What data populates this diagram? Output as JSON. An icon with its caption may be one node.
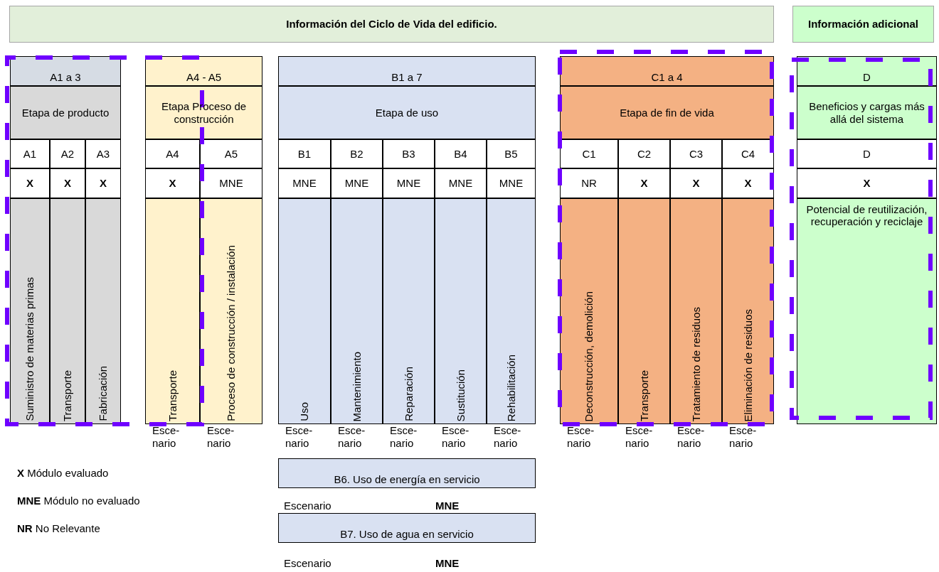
{
  "diagram": {
    "nodes": [
      {
        "text": [
          "Información del Ciclo de Vida del edificio."
        ]
      },
      {
        "text": [
          "Información adicional"
        ]
      },
      {
        "text": [
          "A1 a 3"
        ]
      },
      {
        "text": [
          "Etapa de producto"
        ]
      },
      {
        "text": [
          "A1"
        ]
      },
      {
        "text": [
          "A2"
        ]
      },
      {
        "text": [
          "A3"
        ]
      },
      {
        "text": [
          "X"
        ]
      },
      {
        "text": [
          "X"
        ]
      },
      {
        "text": [
          "X"
        ]
      },
      {
        "text": [
          "Suministro de materias primas"
        ]
      },
      {
        "text": [
          "Transporte"
        ]
      },
      {
        "text": [
          "Fabricación"
        ]
      },
      {
        "text": [
          "A4 - A5"
        ]
      },
      {
        "text": [
          "Etapa Proceso de construcción"
        ]
      },
      {
        "text": [
          "A4"
        ]
      },
      {
        "text": [
          "A5"
        ]
      },
      {
        "text": [
          "X"
        ]
      },
      {
        "text": [
          "MNE"
        ]
      },
      {
        "text": [
          "Transporte"
        ]
      },
      {
        "text": [
          "Proceso de construcción / instalación"
        ]
      },
      {
        "text": [
          "B1 a 7"
        ]
      },
      {
        "text": [
          "Etapa de uso"
        ]
      },
      {
        "text": [
          "B1"
        ]
      },
      {
        "text": [
          "B2"
        ]
      },
      {
        "text": [
          "B3"
        ]
      },
      {
        "text": [
          "B4"
        ]
      },
      {
        "text": [
          "B5"
        ]
      },
      {
        "text": [
          "MNE"
        ]
      },
      {
        "text": [
          "MNE"
        ]
      },
      {
        "text": [
          "MNE"
        ]
      },
      {
        "text": [
          "MNE"
        ]
      },
      {
        "text": [
          "MNE"
        ]
      },
      {
        "text": [
          "Uso"
        ]
      },
      {
        "text": [
          "Mantenimiento"
        ]
      },
      {
        "text": [
          "Reparación"
        ]
      },
      {
        "text": [
          "Sustitución"
        ]
      },
      {
        "text": [
          "Rehabilitación"
        ]
      },
      {
        "text": [
          "C1 a 4"
        ]
      },
      {
        "text": [
          "Etapa de fin de vida"
        ]
      },
      {
        "text": [
          "C1"
        ]
      },
      {
        "text": [
          "C2"
        ]
      },
      {
        "text": [
          "C3"
        ]
      },
      {
        "text": [
          "C4"
        ]
      },
      {
        "text": [
          "NR"
        ]
      },
      {
        "text": [
          "X"
        ]
      },
      {
        "text": [
          "X"
        ]
      },
      {
        "text": [
          "X"
        ]
      },
      {
        "text": [
          "Deconstrucción, demolición"
        ]
      },
      {
        "text": [
          "Transporte"
        ]
      },
      {
        "text": [
          "Tratamiento de residuos"
        ]
      },
      {
        "text": [
          "Eliminación de residuos"
        ]
      },
      {
        "text": [
          "D"
        ]
      },
      {
        "text": [
          "Beneficios y cargas más allá del sistema"
        ]
      },
      {
        "text": [
          "D"
        ]
      },
      {
        "text": [
          "X"
        ]
      },
      {
        "text": [
          "Potencial de reutilización, recuperación y reciclaje"
        ]
      },
      {
        "text": [
          "B6. Uso de energía en servicio"
        ]
      },
      {
        "text": [
          "B7. Uso de agua en servicio"
        ]
      }
    ],
    "labels": [
      "Esce- nario",
      "Esce- nario",
      "Esce- nario",
      "Esce- nario",
      "Esce- nario",
      "Esce- nario",
      "Esce- nario",
      "Esce- nario",
      "Esce- nario",
      "Esce- nario",
      "Esce- nario",
      "**X** Módulo evaluado",
      "**MNE** Módulo no evaluado",
      "Escenario",
      "MNE",
      "**NR** No Relevante",
      "Escenario",
      "MNE"
    ]
  }
}
